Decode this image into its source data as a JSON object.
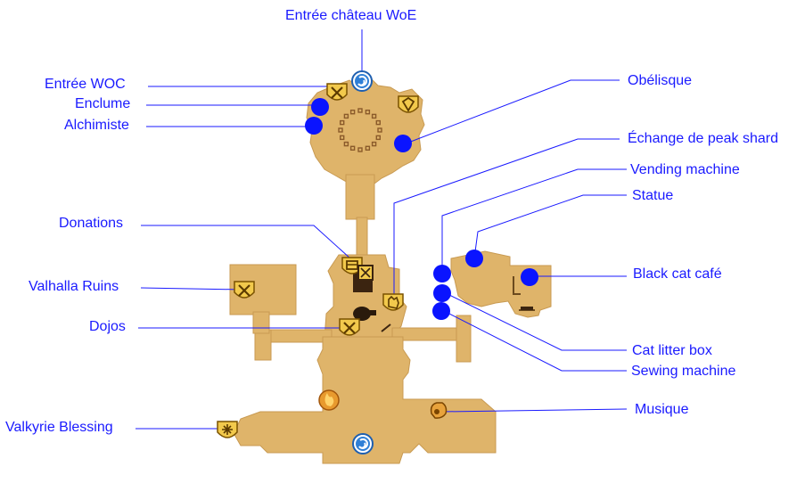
{
  "colors": {
    "floor": "#dfb46a",
    "floor_edge": "#c89a52",
    "leader": "#1a1aff",
    "dot": "#0a14ff",
    "label": "#1a1aff",
    "icon_gold": "#f2c94c",
    "icon_ring": "#b8860b",
    "warp_blue": "#2f7fd6"
  },
  "labels": {
    "entree_chateau_woe": "Entrée château WoE",
    "entree_woc": "Entrée WOC",
    "enclume": "Enclume",
    "alchimiste": "Alchimiste",
    "donations": "Donations",
    "valhalla_ruins": "Valhalla Ruins",
    "dojos": "Dojos",
    "valkyrie_blessing": "Valkyrie Blessing",
    "obelisque": "Obélisque",
    "echange_peak_shard": "Échange de peak shard",
    "vending_machine": "Vending machine",
    "statue": "Statue",
    "black_cat_cafe": "Black cat café",
    "cat_litter_box": "Cat litter box",
    "sewing_machine": "Sewing machine",
    "musique": "Musique"
  },
  "icons": {
    "warp_top": "warp-portal-icon",
    "warp_bottom": "warp-portal-icon",
    "woc_entry": "crossed-swords-icon",
    "obelisk": "gem-icon",
    "donations": "chest-icon",
    "valhalla": "crossed-swords-icon",
    "dojos": "crossed-swords-icon",
    "peak_shard": "hand-icon",
    "valkyrie": "star-burst-icon",
    "musique": "music-icon",
    "flame": "flame-icon"
  }
}
